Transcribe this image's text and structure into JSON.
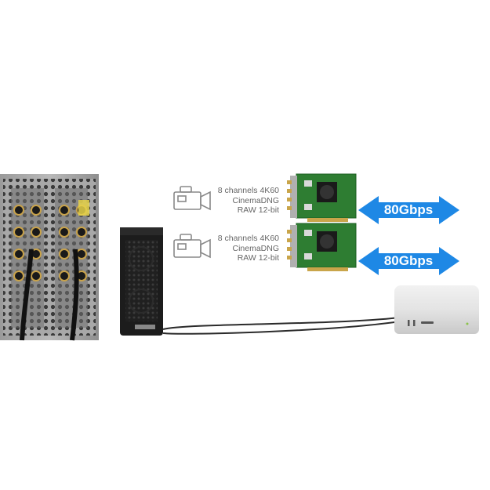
{
  "cameras": [
    {
      "line1": "8 channels 4K60",
      "line2": "CinemaDNG",
      "line3": "RAW 12-bit"
    },
    {
      "line1": "8 channels 4K60",
      "line2": "CinemaDNG",
      "line3": "RAW 12-bit"
    }
  ],
  "bandwidth": [
    {
      "label": "80Gbps"
    },
    {
      "label": "80Gbps"
    }
  ],
  "colors": {
    "arrow": "#1e88e5",
    "board": "#2e7d32",
    "chassis": "#1c1c1c",
    "mac": "#d9d9d9",
    "cable": "#2b2b2b"
  },
  "icons": {
    "camera": "video-camera-icon",
    "card": "capture-card-icon",
    "enclosure": "thunderbolt-enclosure-icon",
    "computer": "mac-studio-icon",
    "rack": "sdi-rack-icon"
  }
}
